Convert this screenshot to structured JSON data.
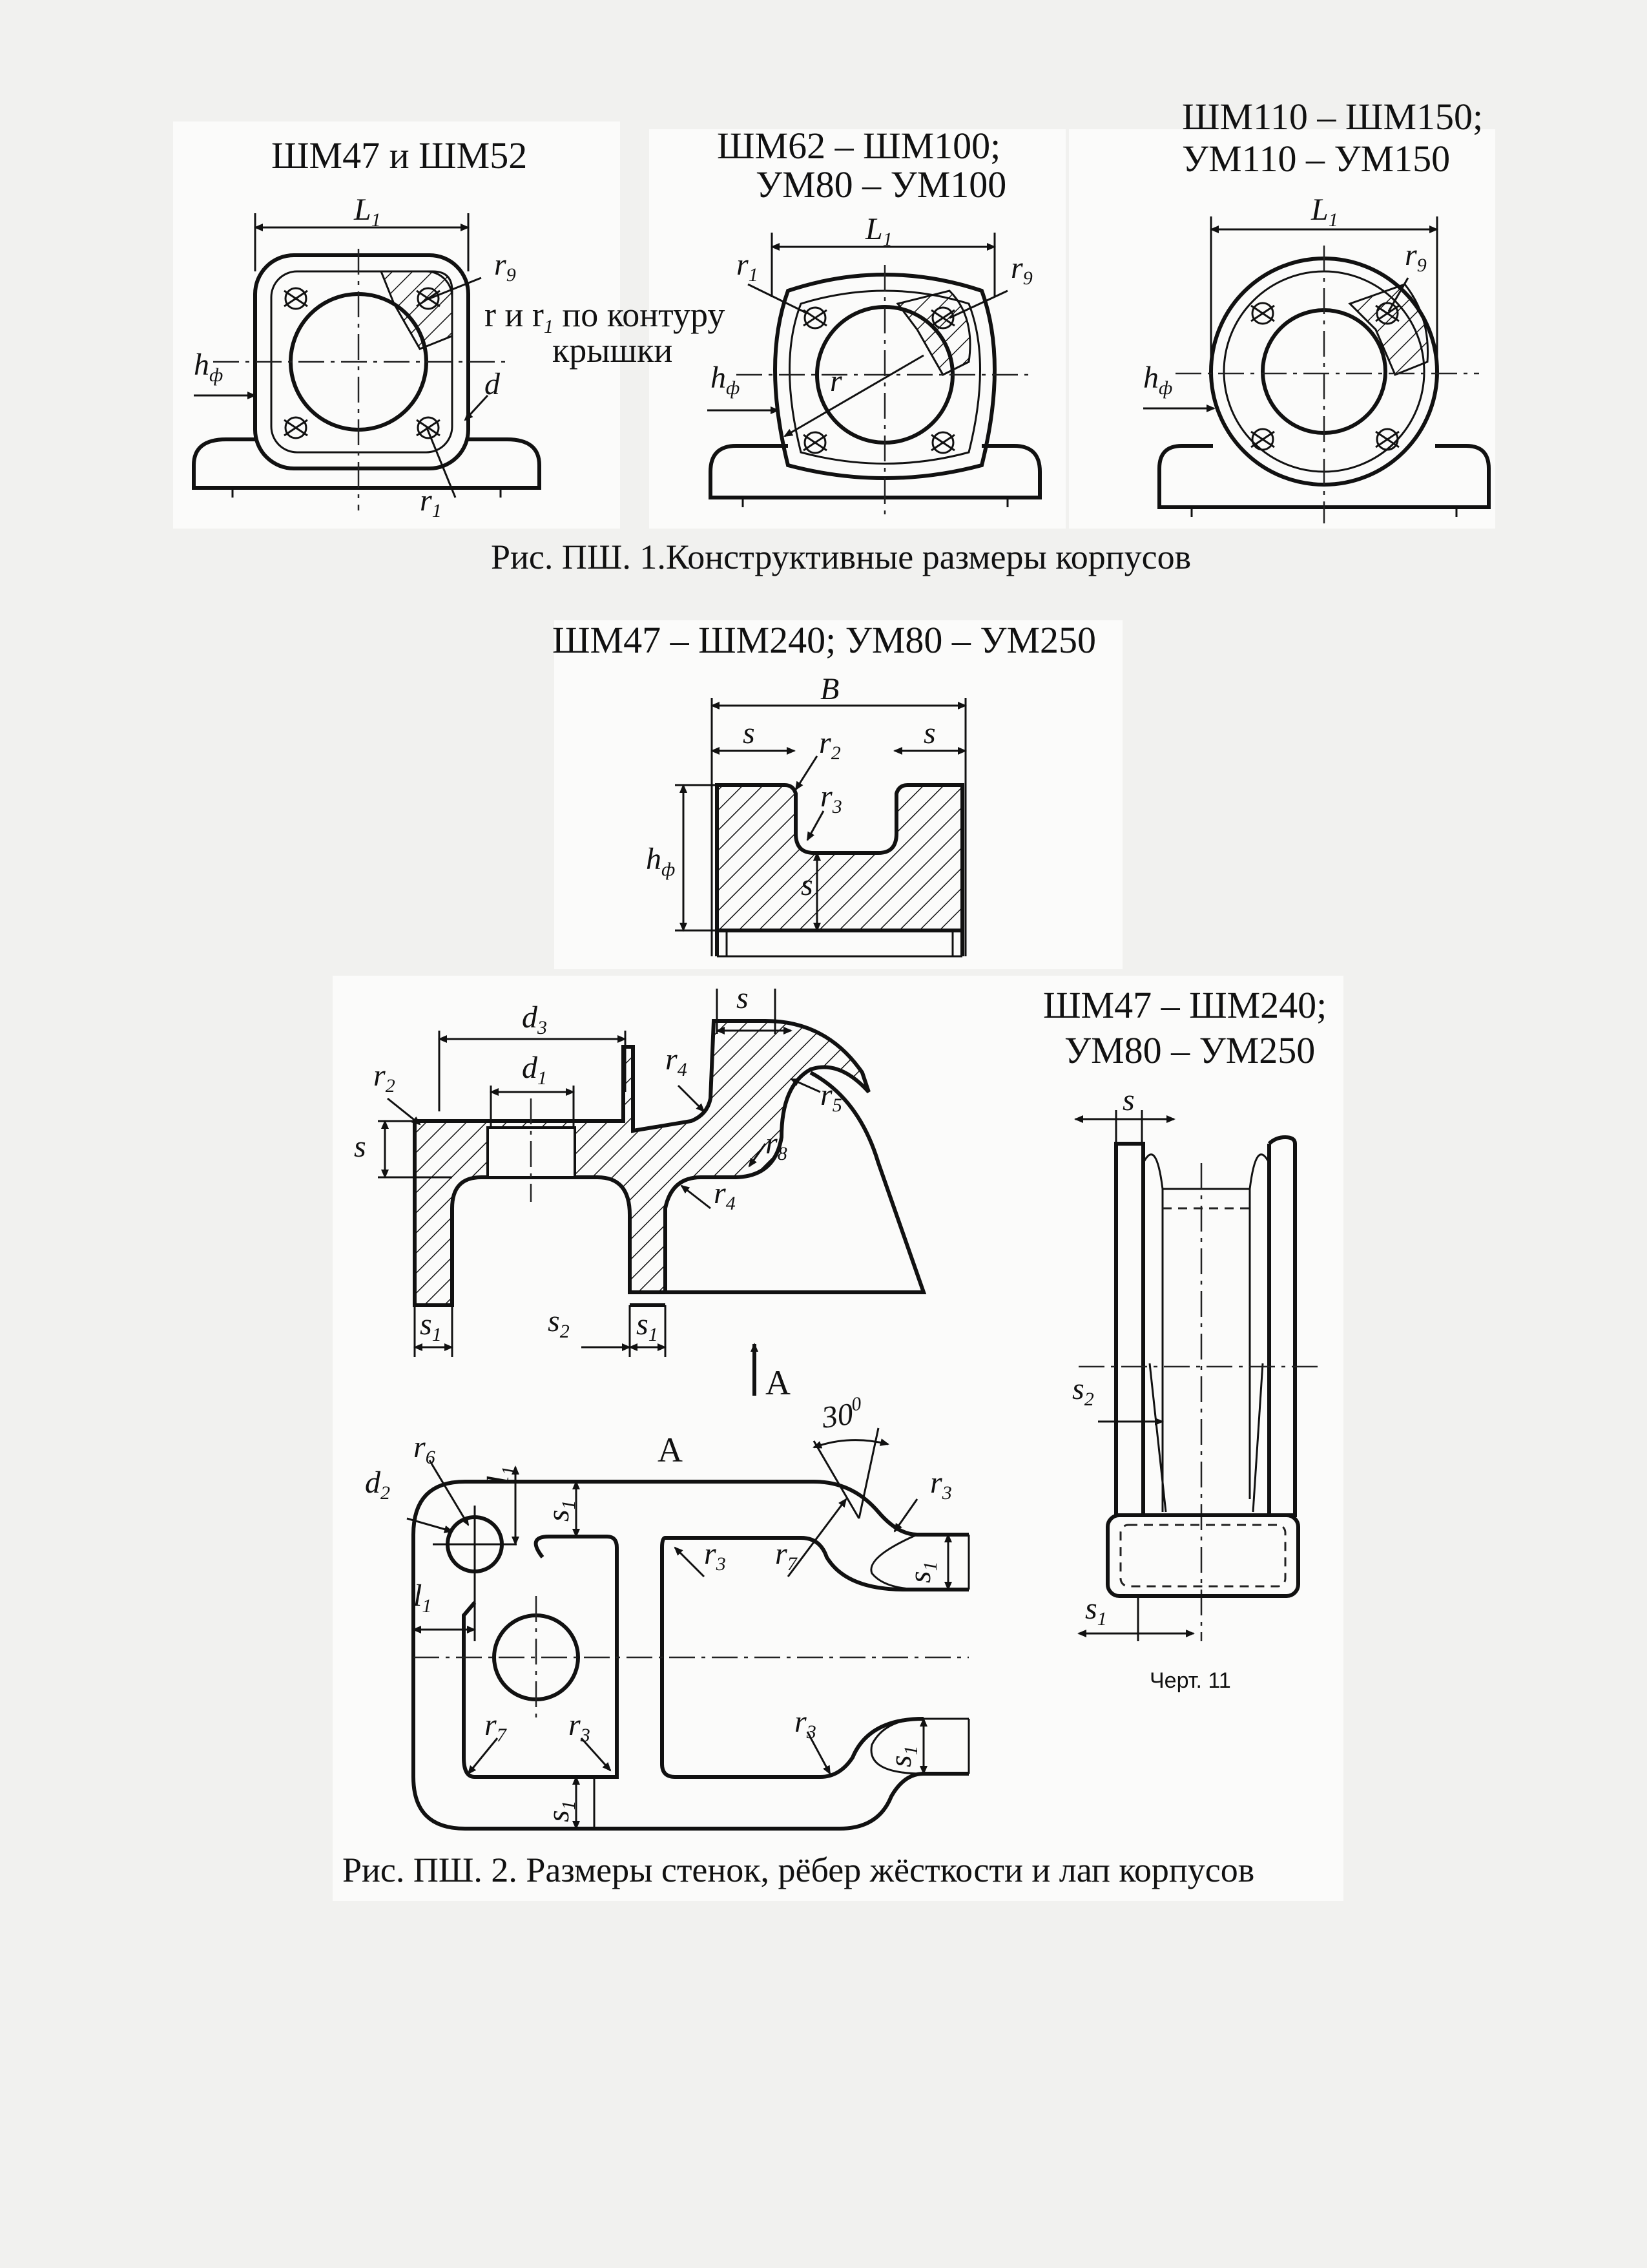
{
  "fig1": {
    "caption": "Рис. ПШ. 1.Конструктивные размеры корпусов",
    "panel_a": {
      "title": "ШМ47 и ШМ52",
      "L1": "L",
      "L1_sub": "1",
      "r9": "r",
      "r9_sub": "9",
      "hf": "h",
      "hf_sub": "ф",
      "d": "d",
      "r1": "r",
      "r1_sub": "1",
      "note_line1": "r и r",
      "note_sub": "1",
      "note_line1_tail": " по контуру",
      "note_line2": "крышки"
    },
    "panel_b": {
      "title_line1": "ШМ62 – ШМ100;",
      "title_line2": "УМ80 – УМ100",
      "L1": "L",
      "L1_sub": "1",
      "r1": "r",
      "r1_sub": "1",
      "r9": "r",
      "r9_sub": "9",
      "hf": "h",
      "hf_sub": "ф",
      "r": "r"
    },
    "panel_c": {
      "title_line1": "ШМ110 – ШМ150;",
      "title_line2": "УМ110 – УМ150",
      "L1": "L",
      "L1_sub": "1",
      "r9": "r",
      "r9_sub": "9",
      "hf": "h",
      "hf_sub": "ф"
    }
  },
  "fig_rib": {
    "title": "ШМ47 – ШМ240; УМ80 – УМ250",
    "B": "B",
    "s_left": "s",
    "s_right": "s",
    "r2": "r",
    "r2_sub": "2",
    "r3": "r",
    "r3_sub": "3",
    "s_mid": "s",
    "hf": "h",
    "hf_sub": "ф"
  },
  "fig2": {
    "caption": "Рис. ПШ. 2. Размеры стенок, рёбер жёсткости и лап корпусов",
    "section": {
      "d3": "d",
      "d3_sub": "3",
      "d1": "d",
      "d1_sub": "1",
      "s_top": "s",
      "r2": "r",
      "r2_sub": "2",
      "r4a": "r",
      "r4a_sub": "4",
      "r5": "r",
      "r5_sub": "5",
      "r8": "r",
      "r8_sub": "8",
      "r4b": "r",
      "r4b_sub": "4",
      "s_left": "s",
      "s1a": "s",
      "s1a_sub": "1",
      "s2": "s",
      "s2_sub": "2",
      "s1b": "s",
      "s1b_sub": "1"
    },
    "view_arrow": "A",
    "plan": {
      "title": "A",
      "angle": "30",
      "angle_sup": "0",
      "r6": "r",
      "r6_sub": "6",
      "l1a": "l",
      "l1a_sub": "1",
      "d2": "d",
      "d2_sub": "2",
      "s1a": "s",
      "s1a_sub": "1",
      "l1b": "l",
      "l1b_sub": "1",
      "r3a": "r",
      "r3a_sub": "3",
      "r7a": "r",
      "r7a_sub": "7",
      "r3b": "r",
      "r3b_sub": "3",
      "s1b": "s",
      "s1b_sub": "1",
      "r7b": "r",
      "r7b_sub": "7",
      "r3c": "r",
      "r3c_sub": "3",
      "r3d": "r",
      "r3d_sub": "3",
      "s1c": "s",
      "s1c_sub": "1",
      "s1d": "s",
      "s1d_sub": "1"
    },
    "side": {
      "title_line1": "ШМ47 – ШМ240;",
      "title_line2": "УМ80 – УМ250",
      "s_top": "s",
      "s2": "s",
      "s2_sub": "2",
      "s1": "s",
      "s1_sub": "1",
      "drawing_no": "Черт. 11"
    }
  }
}
